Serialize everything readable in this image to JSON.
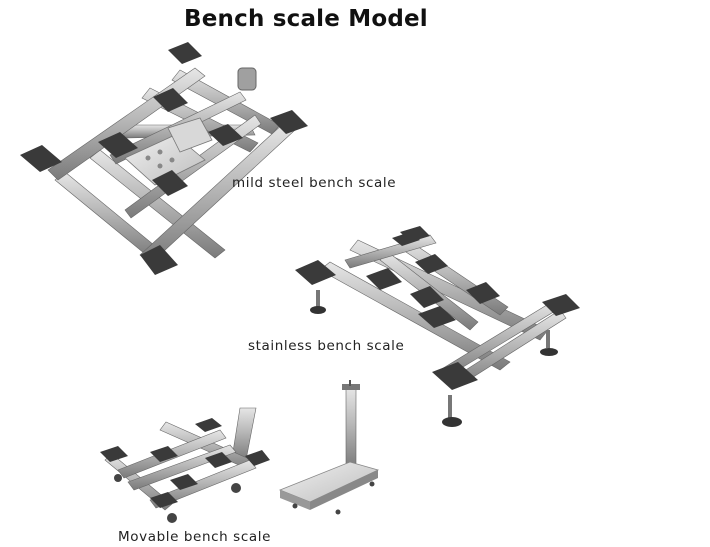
{
  "title": "Bench scale Model",
  "products": [
    {
      "caption": "mild steel bench scale"
    },
    {
      "caption": "stainless bench scale"
    },
    {
      "caption": "Movable  bench scale"
    }
  ]
}
